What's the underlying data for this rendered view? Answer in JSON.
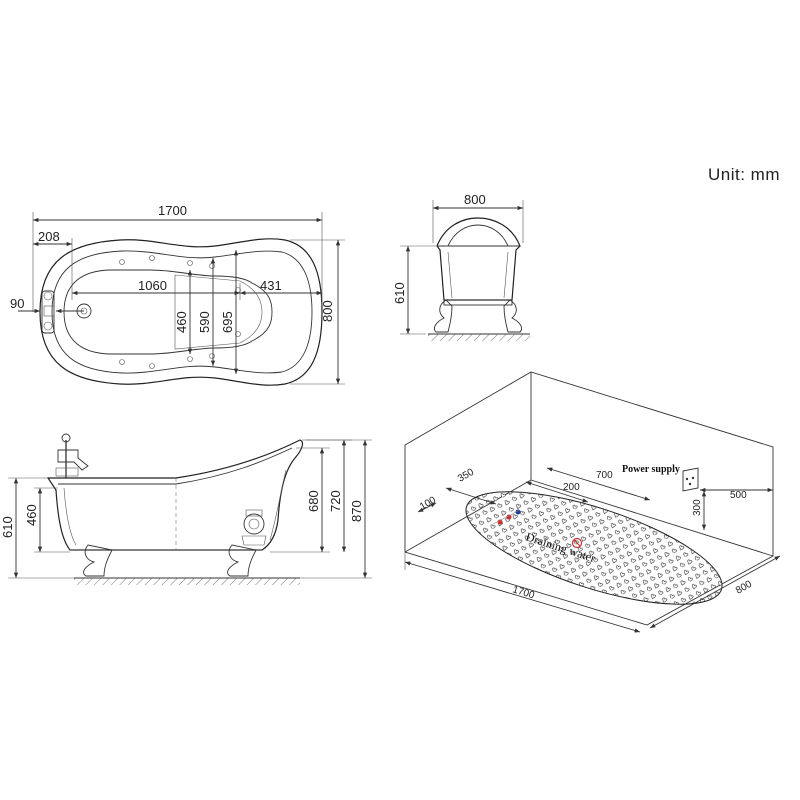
{
  "unit_label": "Unit: mm",
  "top_view": {
    "dims": {
      "overall_length": "1700",
      "head_offset": "208",
      "inner_length": "1060",
      "end_offset": "431",
      "drain_offset": "90",
      "inner_width_1": "460",
      "inner_width_2": "590",
      "inner_width_3": "695",
      "overall_width": "800"
    }
  },
  "end_view": {
    "dims": {
      "width": "800",
      "height": "610"
    }
  },
  "side_view": {
    "dims": {
      "rim_height": "610",
      "water_level": "460",
      "inner_height_1": "680",
      "inner_height_2": "720",
      "overall_height": "870"
    }
  },
  "installation_view": {
    "labels": {
      "power_supply": "Power supply",
      "draining_water": "Draining water"
    },
    "dims": {
      "d_100": "100",
      "d_350": "350",
      "d_200": "200",
      "d_700": "700",
      "d_500": "500",
      "d_300": "300",
      "d_1700": "1700",
      "d_800": "800"
    },
    "colors": {
      "hot": "#d32f2f",
      "cold": "#1e3a9a",
      "drain": "#d32f2f"
    }
  }
}
